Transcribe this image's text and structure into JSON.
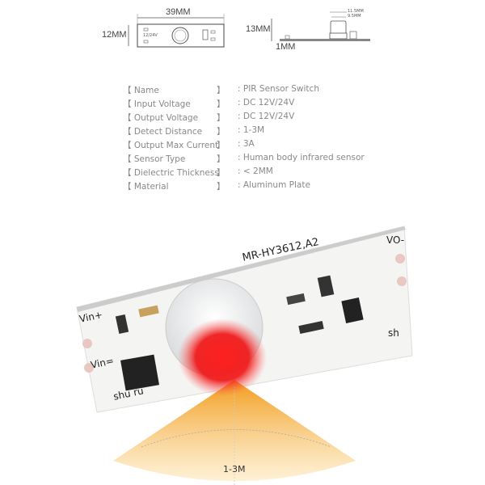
{
  "diagram": {
    "front": {
      "width_label": "39MM",
      "height_label": "12MM",
      "board_text": "12/24V"
    },
    "side": {
      "height_label": "13MM",
      "thickness_label": "1MM",
      "top_labels": [
        "11.5MM",
        "9.5MM"
      ]
    }
  },
  "specs": {
    "open_bracket": "【",
    "close_bracket": "】",
    "rows": [
      {
        "label": "Name",
        "value": ": PIR Sensor Switch"
      },
      {
        "label": "Input Voltage",
        "value": ": DC 12V/24V"
      },
      {
        "label": "Output Voltage",
        "value": ": DC 12V/24V"
      },
      {
        "label": "Detect Distance",
        "value": ": 1-3M"
      },
      {
        "label": "Output Max Current",
        "value": ": 3A"
      },
      {
        "label": "Sensor Type",
        "value": ": Human body infrared sensor"
      },
      {
        "label": "Dielectric Thickness",
        "value": ": < 2MM"
      },
      {
        "label": "Material",
        "value": ": Aluminum Plate"
      }
    ]
  },
  "photo": {
    "model": "MR-HY3612,A2",
    "vo_label": "VO-",
    "vin_plus": "Vin+",
    "vin_minus": "Vin=",
    "input_label": "shu ru",
    "output_label": "sh",
    "range_label": "1-3M",
    "colors": {
      "glow": "#ff1a1a",
      "beam": "#f5a623",
      "board": "#f4f4f2"
    }
  }
}
